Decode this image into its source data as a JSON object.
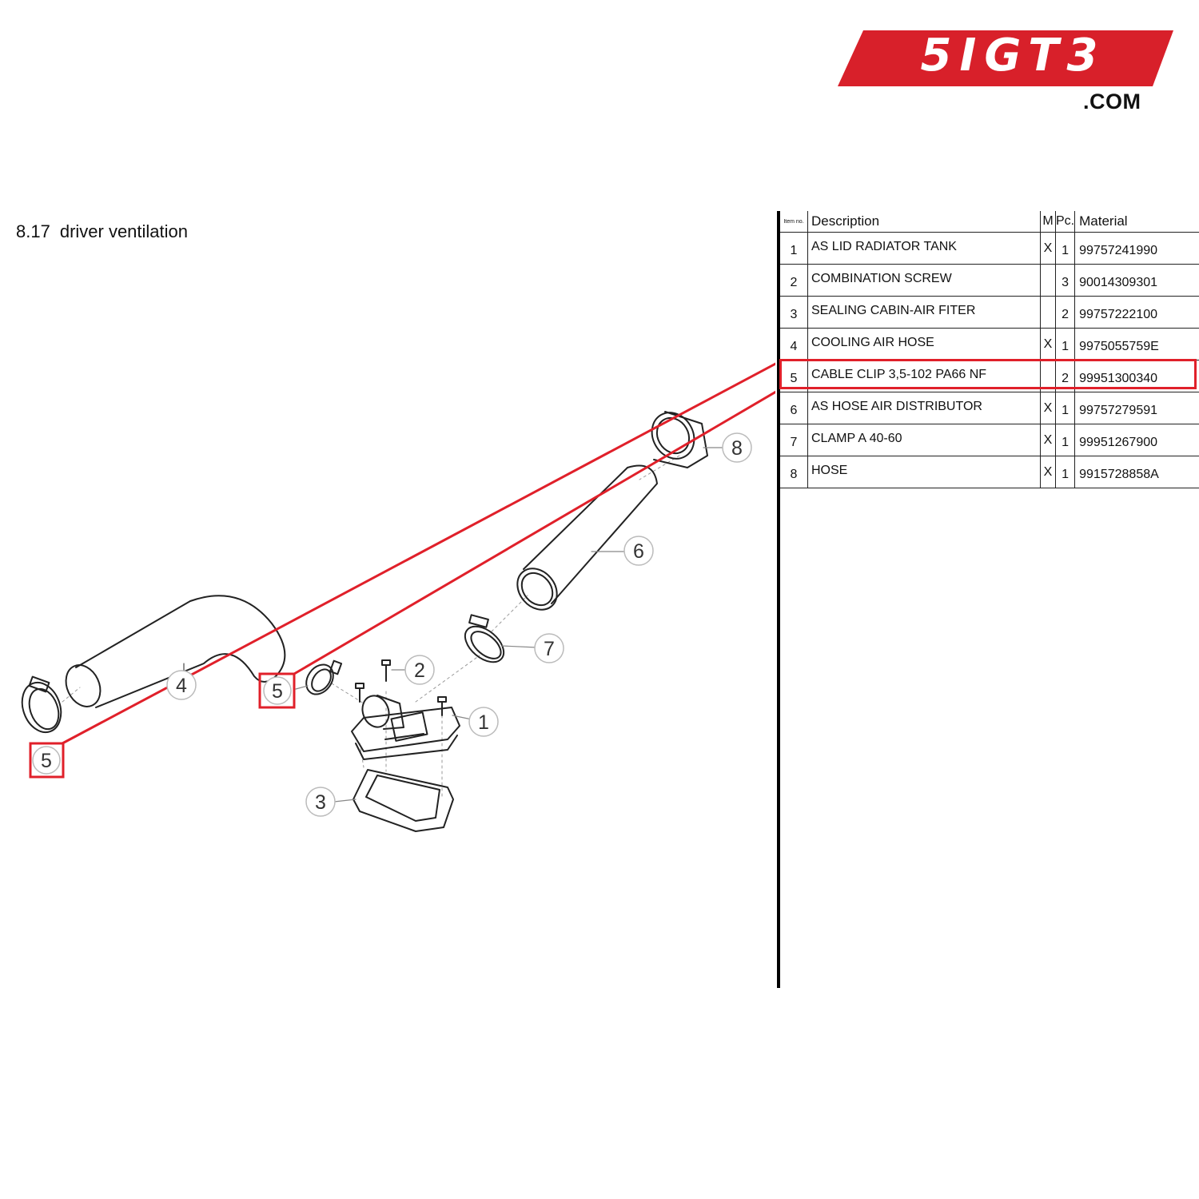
{
  "logo": {
    "text": "5IGT3",
    "suffix": ".COM",
    "color": "#d8202a"
  },
  "section": {
    "number": "8.17",
    "title": "driver ventilation"
  },
  "highlight_color": "#e0202a",
  "callouts": {
    "c1": "1",
    "c2": "2",
    "c3": "3",
    "c4": "4",
    "c5a": "5",
    "c5b": "5",
    "c6": "6",
    "c7": "7",
    "c8": "8"
  },
  "table": {
    "headers": {
      "item": "Item no.",
      "description": "Description",
      "m": "M",
      "pc": "Pc.",
      "material": "Material"
    },
    "rows": [
      {
        "item": "1",
        "description": "AS LID RADIATOR TANK",
        "m": "X",
        "pc": "1",
        "material": "99757241990"
      },
      {
        "item": "2",
        "description": "COMBINATION SCREW",
        "m": "",
        "pc": "3",
        "material": "90014309301"
      },
      {
        "item": "3",
        "description": "SEALING CABIN-AIR FITER",
        "m": "",
        "pc": "2",
        "material": "99757222100"
      },
      {
        "item": "4",
        "description": "COOLING AIR HOSE",
        "m": "X",
        "pc": "1",
        "material": "9975055759E"
      },
      {
        "item": "5",
        "description": "CABLE CLIP 3,5-102 PA66 NF",
        "m": "",
        "pc": "2",
        "material": "99951300340"
      },
      {
        "item": "6",
        "description": "AS HOSE AIR DISTRIBUTOR",
        "m": "X",
        "pc": "1",
        "material": "99757279591"
      },
      {
        "item": "7",
        "description": "CLAMP A 40-60",
        "m": "X",
        "pc": "1",
        "material": "99951267900"
      },
      {
        "item": "8",
        "description": "HOSE",
        "m": "X",
        "pc": "1",
        "material": "9915728858A"
      }
    ]
  }
}
